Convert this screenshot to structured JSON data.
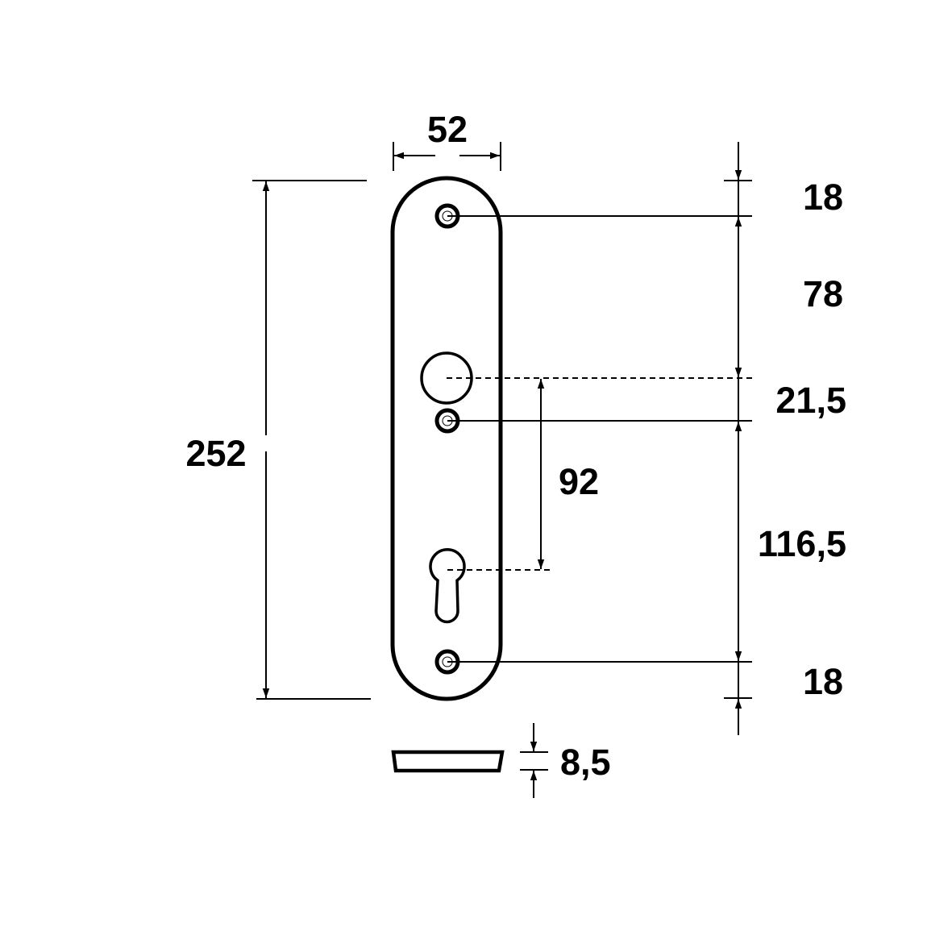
{
  "drawing": {
    "width_label": "52",
    "height_label": "252",
    "hole_spacing_label": "92",
    "right_dims": [
      "18",
      "78",
      "21,5",
      "116,5",
      "18"
    ],
    "thickness_label": "8,5",
    "line_color": "#000000",
    "background": "#ffffff"
  }
}
